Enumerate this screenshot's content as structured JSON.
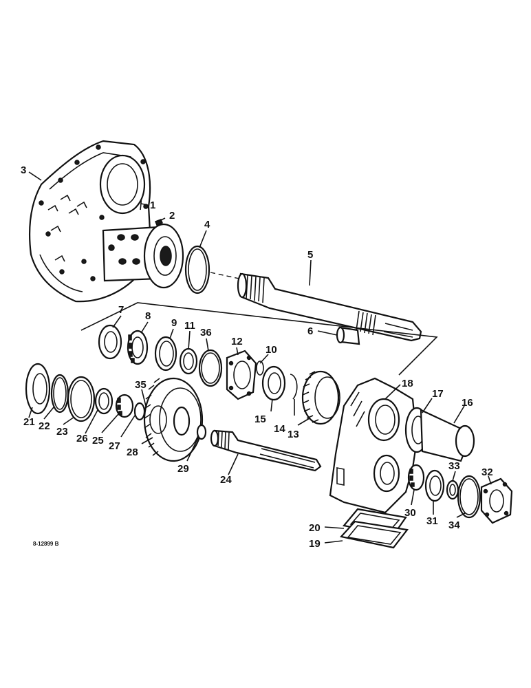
{
  "diagram": {
    "catalog_number": "8-12899 B",
    "callouts": {
      "c1": "1",
      "c2": "2",
      "c3": "3",
      "c4": "4",
      "c5": "5",
      "c6": "6",
      "c7": "7",
      "c8": "8",
      "c9": "9",
      "c10": "10",
      "c11": "11",
      "c12": "12",
      "c13": "13",
      "c14": "14",
      "c15": "15",
      "c16": "16",
      "c17": "17",
      "c18": "18",
      "c19": "19",
      "c20": "20",
      "c21": "21",
      "c22": "22",
      "c23": "23",
      "c24": "24",
      "c25": "25",
      "c26": "26",
      "c27": "27",
      "c28": "28",
      "c29": "29",
      "c30": "30",
      "c31": "31",
      "c32": "32",
      "c33": "33",
      "c34": "34",
      "c35": "35",
      "c36": "36"
    }
  }
}
